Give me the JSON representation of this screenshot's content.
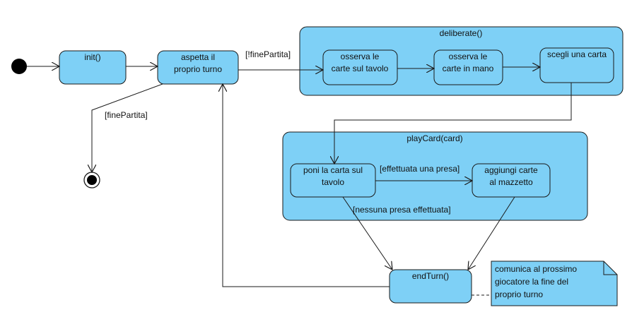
{
  "colors": {
    "state_fill": "#7ed0f6",
    "stroke": "#1a1a1a",
    "node": "#000000",
    "background": "#ffffff"
  },
  "composites": {
    "deliberate": {
      "title": "deliberate()"
    },
    "playcard": {
      "title": "playCard(card)"
    }
  },
  "states": {
    "init": {
      "line1": "init()"
    },
    "aspetta": {
      "line1": "aspetta il",
      "line2": "proprio turno"
    },
    "osserva_tavolo": {
      "line1": "osserva le",
      "line2": "carte sul tavolo"
    },
    "osserva_mano": {
      "line1": "osserva le",
      "line2": "carte in mano"
    },
    "scegli": {
      "line1": "scegli una carta"
    },
    "poni": {
      "line1": "poni la carta sul",
      "line2": "tavolo"
    },
    "aggiungi": {
      "line1": "aggiungi carte",
      "line2": "al mazzetto"
    },
    "endturn": {
      "line1": "endTurn()"
    }
  },
  "guards": {
    "not_fine": "[!finePartita]",
    "fine": "[finePartita]",
    "presa": "[effettuata una presa]",
    "nessuna": "[nessuna presa effettuata]"
  },
  "note": {
    "line1": "comunica al prossimo",
    "line2": "giocatore la fine del",
    "line3": "proprio turno"
  }
}
